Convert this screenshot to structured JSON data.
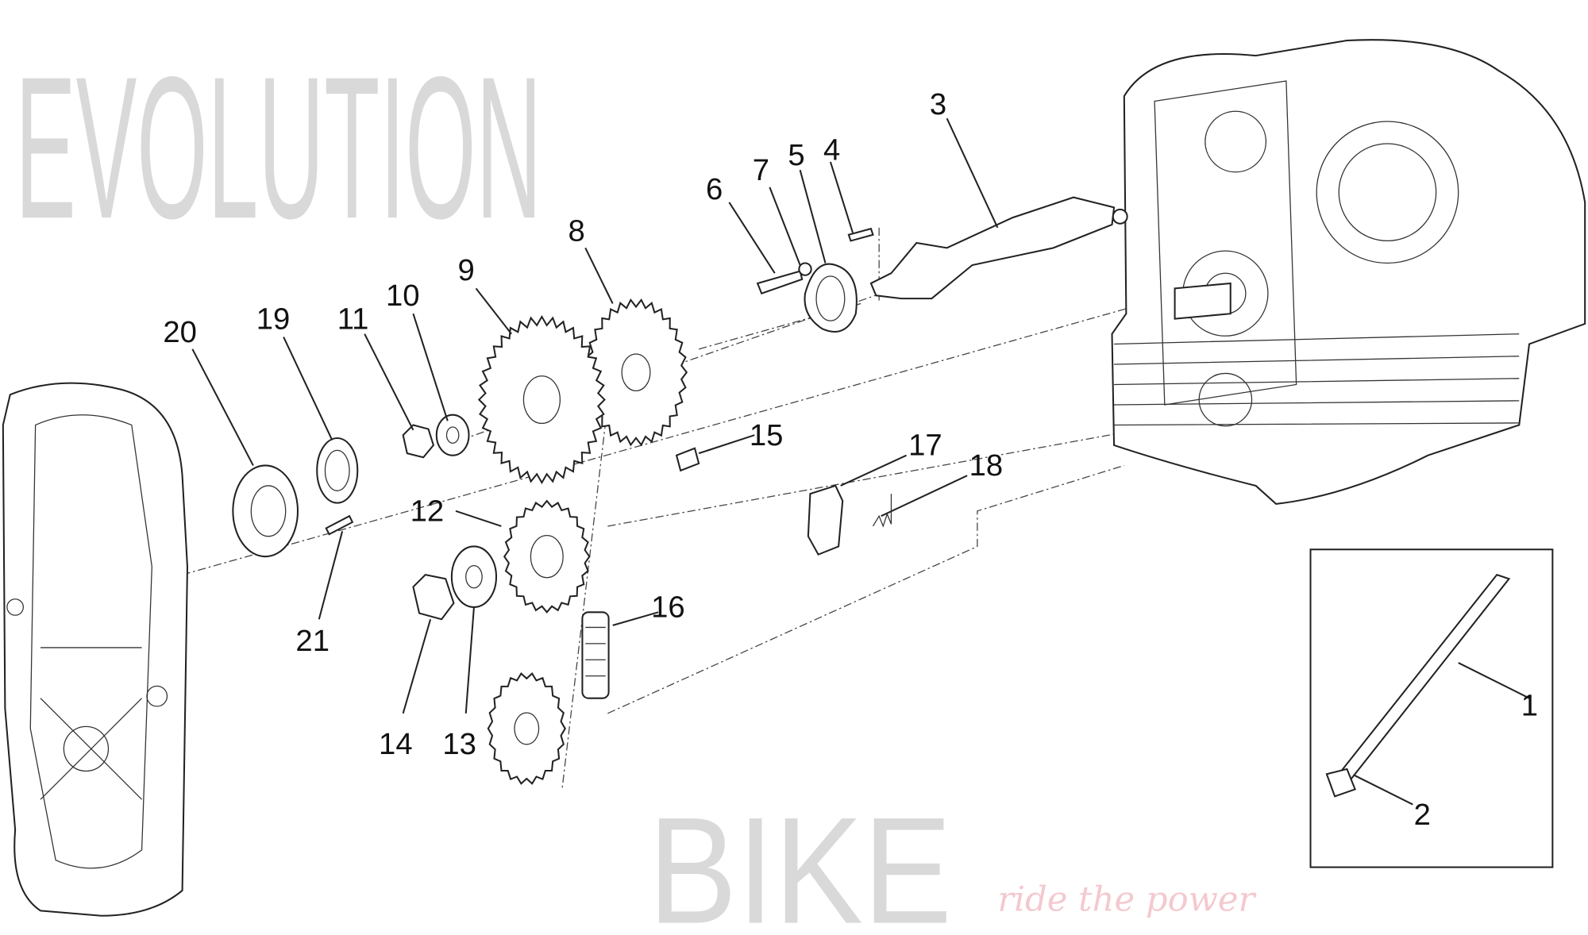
{
  "diagram": {
    "watermark": {
      "brand_line1": "EVOLUTION",
      "brand_line2": "BIKE",
      "slogan": "ride the power"
    },
    "callouts": [
      "1",
      "2",
      "3",
      "4",
      "5",
      "6",
      "7",
      "8",
      "9",
      "10",
      "11",
      "12",
      "13",
      "14",
      "15",
      "16",
      "17",
      "18",
      "19",
      "20",
      "21"
    ]
  }
}
